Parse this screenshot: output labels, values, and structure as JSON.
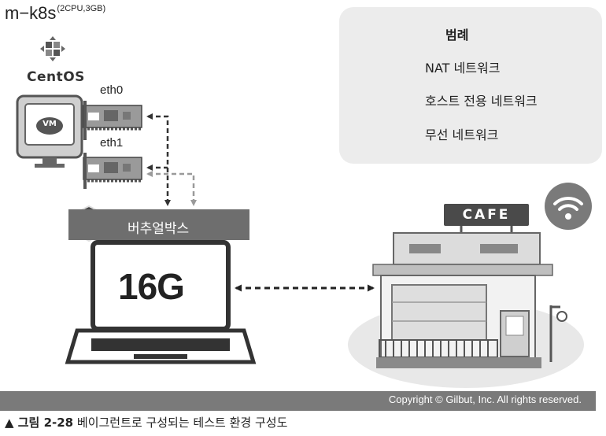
{
  "vm": {
    "title": "m−k8s",
    "spec": "(2CPU,3GB)",
    "os_label": "CentOS",
    "badge": "VM",
    "nics": [
      "eth0",
      "eth1"
    ]
  },
  "legend": {
    "title": "범례",
    "items": [
      "NAT 네트워크",
      "호스트 전용 네트워크",
      "무선 네트워크"
    ]
  },
  "virtualbox": {
    "label": "버추얼박스"
  },
  "laptop": {
    "ram": "16G"
  },
  "cafe": {
    "sign": "CAFE"
  },
  "copyright": "Copyright © Gilbut, Inc. All rights reserved.",
  "caption": {
    "prefix": "▲ 그림 2-28",
    "text": " 베이그런트로 구성되는 테스트 환경 구성도"
  },
  "colors": {
    "nat": "#333333",
    "host_only": "#9a9a9a",
    "wireless": "#222222",
    "legend_bg": "#ececec",
    "bar": "#6e6e6e"
  },
  "icons": [
    "centos-logo-icon",
    "vm-monitor-icon",
    "nic-card-icon",
    "virtualbox-cube-icon",
    "laptop-icon",
    "cafe-building-icon",
    "wifi-icon"
  ]
}
